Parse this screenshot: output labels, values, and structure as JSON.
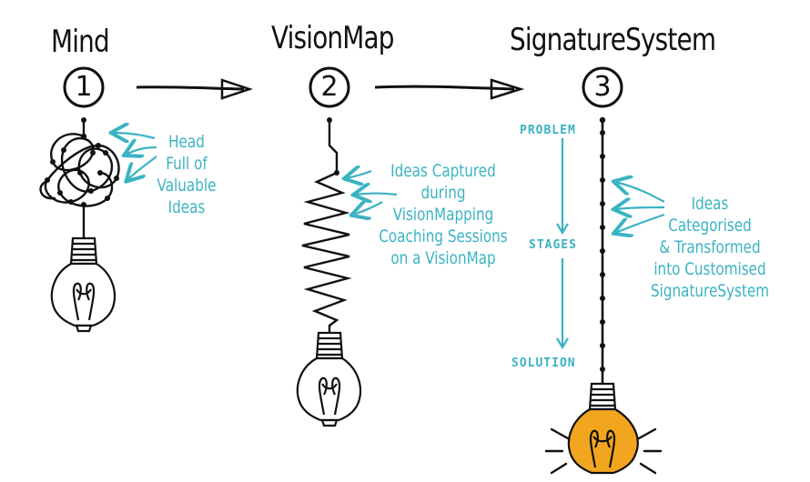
{
  "steps": [
    {
      "title": "Mind",
      "number": "1",
      "note": [
        "Head",
        "Full of",
        "Valuable",
        "Ideas"
      ]
    },
    {
      "title": "VisionMap",
      "number": "2",
      "note": [
        "Ideas Captured",
        "during",
        "VisionMapping",
        "Coaching Sessions",
        "on a VisionMap"
      ]
    },
    {
      "title": "SignatureSystem",
      "number": "3",
      "note": [
        "Ideas",
        "Categorised",
        "& Transformed",
        "into Customised",
        "SignatureSystem"
      ]
    }
  ],
  "labels": {
    "problem": "PROBLEM",
    "stages": "STAGES",
    "solution": "SOLUTION"
  },
  "colors": {
    "ink": "#111111",
    "accent": "#3bb3c3",
    "bulb_lit": "#f2a51e"
  }
}
